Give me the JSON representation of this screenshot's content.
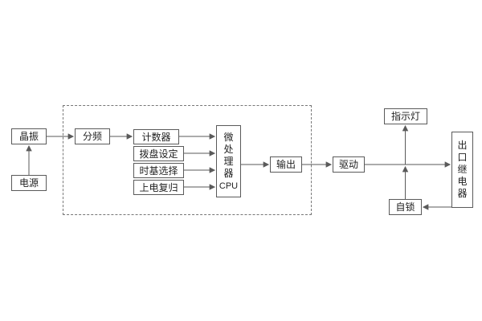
{
  "diagram": {
    "background": "#ffffff",
    "line_color": "#5a5a5a",
    "border_color": "#5a5a5a",
    "text_color": "#222222",
    "blocks": {
      "crystal": "晶振",
      "power": "电源",
      "divider": "分频",
      "counter": "计数器",
      "dial_setting": "拨盘设定",
      "timebase_select": "时基选择",
      "power_on_reset": "上电复归",
      "mcu": "微处理器",
      "cpu": "CPU",
      "output": "输出",
      "drive": "驱动",
      "indicator_lamp": "指示灯",
      "output_relay": "出口继电器",
      "self_lock": "自锁"
    },
    "connections": [
      {
        "from": "电源",
        "to": "晶振"
      },
      {
        "from": "晶振",
        "to": "分频"
      },
      {
        "from": "分频",
        "to": "计数器"
      },
      {
        "from": "计数器",
        "to": "微处理器CPU"
      },
      {
        "from": "拨盘设定",
        "to": "微处理器CPU"
      },
      {
        "from": "时基选择",
        "to": "微处理器CPU"
      },
      {
        "from": "上电复归",
        "to": "微处理器CPU"
      },
      {
        "from": "微处理器CPU",
        "to": "输出"
      },
      {
        "from": "输出",
        "to": "驱动"
      },
      {
        "from": "驱动",
        "to": "出口继电器"
      },
      {
        "from": "驱动",
        "to": "指示灯"
      },
      {
        "from": "出口继电器",
        "to": "自锁"
      },
      {
        "from": "自锁",
        "to": "驱动"
      }
    ]
  }
}
